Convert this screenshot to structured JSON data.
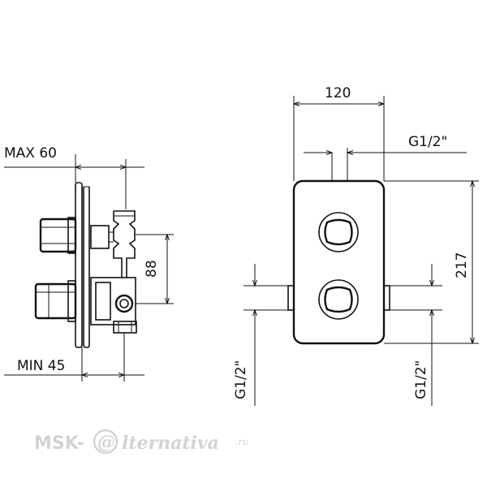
{
  "labels": {
    "max_depth": "MAX 60",
    "min_depth": "MIN 45",
    "outlet_spacing": "88",
    "width": "120",
    "height": "217",
    "top_connection": "G1/2\"",
    "left_connection": "G1/2\"",
    "right_connection": "G1/2\""
  },
  "watermark": {
    "prefix": "MSK-",
    "at": "@",
    "suffix": "lternativa",
    "tld": ".ru"
  }
}
